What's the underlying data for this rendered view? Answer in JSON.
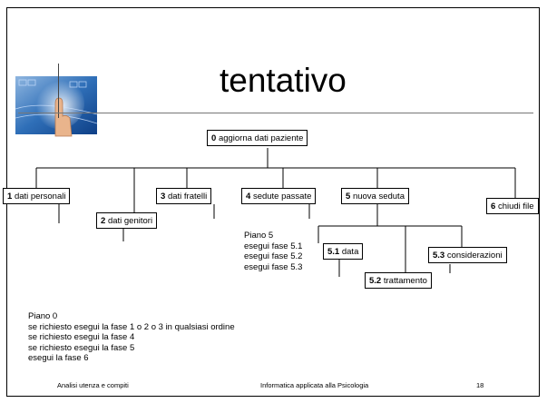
{
  "title": "tentativo",
  "root": {
    "num": "0",
    "label": "aggiorna dati paziente"
  },
  "nodes": [
    {
      "num": "1",
      "label": "dati personali"
    },
    {
      "num": "2",
      "label": "dati genitori"
    },
    {
      "num": "3",
      "label": "dati fratelli"
    },
    {
      "num": "4",
      "label": "sedute passate"
    },
    {
      "num": "5",
      "label": "nuova seduta"
    },
    {
      "num": "6",
      "label": "chiudi file"
    }
  ],
  "subnodes": [
    {
      "num": "5.1",
      "label": "data"
    },
    {
      "num": "5.2",
      "label": "trattamento"
    },
    {
      "num": "5.3",
      "label": "considerazioni"
    }
  ],
  "plan5": [
    "Piano 5",
    "esegui fase 5.1",
    "esegui fase 5.2",
    "esegui fase 5.3"
  ],
  "plan0": [
    "Piano 0",
    "se richiesto esegui la fase 1 o 2 o 3  in qualsiasi ordine",
    "se richiesto esegui la fase 4",
    "se richiesto esegui la fase 5",
    "esegui la fase 6"
  ],
  "footer": {
    "left": "Analisi utenza e compiti",
    "center": "Informatica applicata alla Psicologia",
    "page": "18"
  }
}
